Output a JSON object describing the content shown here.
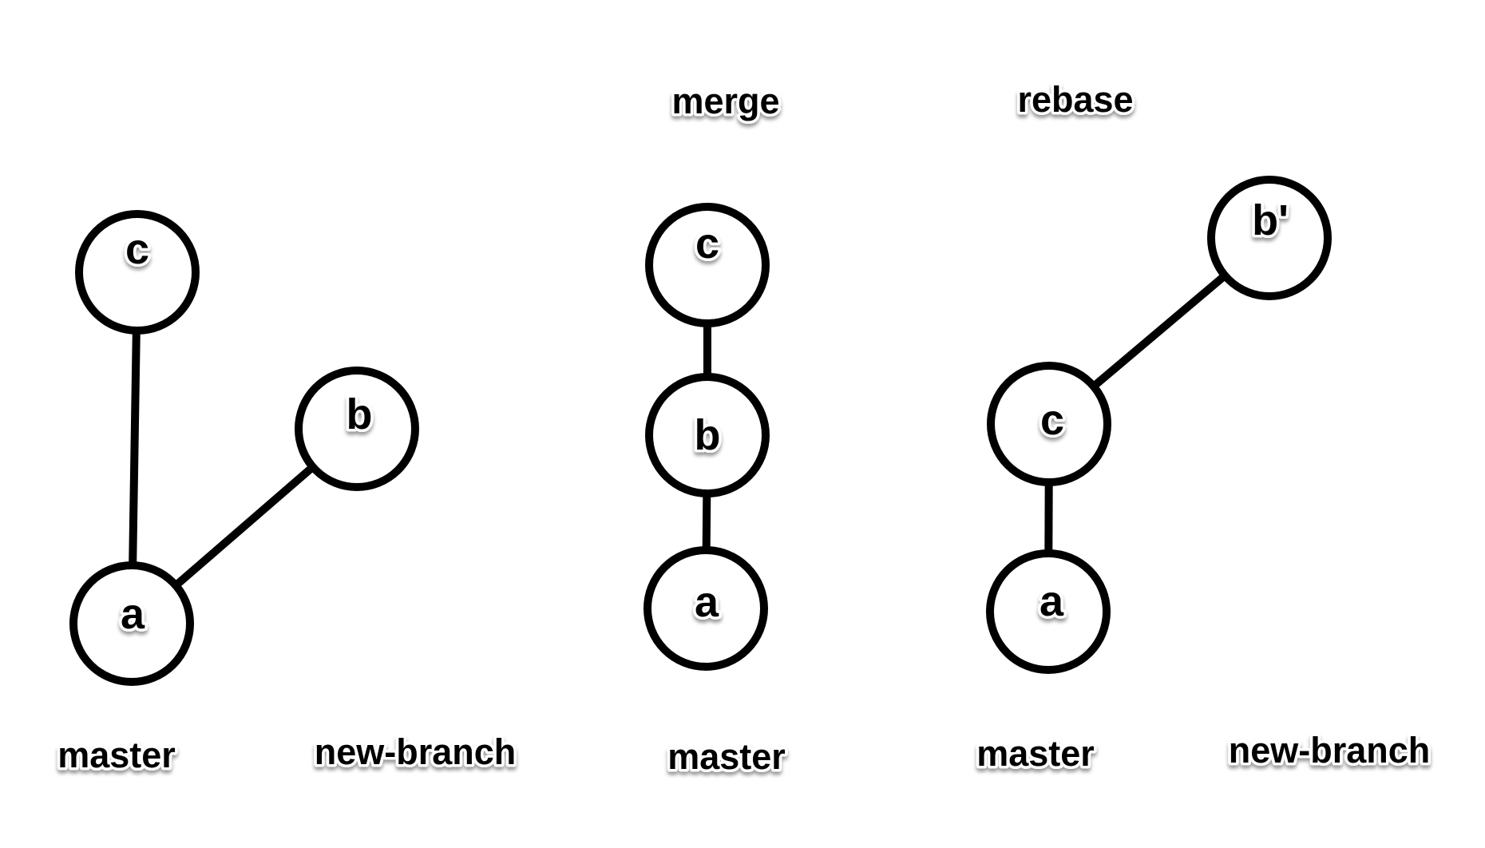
{
  "background": "#ffffff",
  "ink_color": "#000000",
  "diagrams": [
    {
      "name": "before-state",
      "title": "",
      "nodes": [
        {
          "id": "c",
          "label": "c"
        },
        {
          "id": "a",
          "label": "a"
        },
        {
          "id": "b",
          "label": "b"
        }
      ],
      "edges": [
        {
          "from": "a",
          "to": "c"
        },
        {
          "from": "a",
          "to": "b"
        }
      ],
      "branches": [
        {
          "label": "master"
        },
        {
          "label": "new-branch"
        }
      ]
    },
    {
      "name": "merge-result",
      "title": "merge",
      "nodes": [
        {
          "id": "c",
          "label": "c"
        },
        {
          "id": "b",
          "label": "b"
        },
        {
          "id": "a",
          "label": "a"
        }
      ],
      "edges": [
        {
          "from": "a",
          "to": "b"
        },
        {
          "from": "b",
          "to": "c"
        }
      ],
      "branches": [
        {
          "label": "master"
        }
      ]
    },
    {
      "name": "rebase-result",
      "title": "rebase",
      "nodes": [
        {
          "id": "b-prime",
          "label": "b'"
        },
        {
          "id": "c",
          "label": "c"
        },
        {
          "id": "a",
          "label": "a"
        }
      ],
      "edges": [
        {
          "from": "a",
          "to": "c"
        },
        {
          "from": "c",
          "to": "b-prime"
        }
      ],
      "branches": [
        {
          "label": "master"
        },
        {
          "label": "new-branch"
        }
      ]
    }
  ]
}
